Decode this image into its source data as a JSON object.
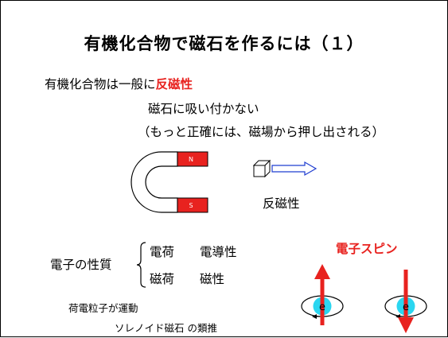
{
  "title": "有機化合物で磁石を作るには（１）",
  "intro": {
    "prefix": "有機化合物は一般に",
    "highlight": "反磁性"
  },
  "line2": "磁石に吸い付かない",
  "line3": "（もっと正確には、磁場から押し出される）",
  "magnet": {
    "north": "N",
    "south": "S"
  },
  "diamag_label": "反磁性",
  "electron_props": {
    "label": "電子の性質",
    "row1": [
      "電荷",
      "電導性"
    ],
    "row2": [
      "磁荷",
      "磁性"
    ]
  },
  "spin_title": "電子スピン",
  "note1": "荷電粒子が運動",
  "note2": "ソレノイド磁石 の類推",
  "electron_symbol": "e",
  "colors": {
    "accent": "#e8221f",
    "electron": "#2ad6f0"
  }
}
